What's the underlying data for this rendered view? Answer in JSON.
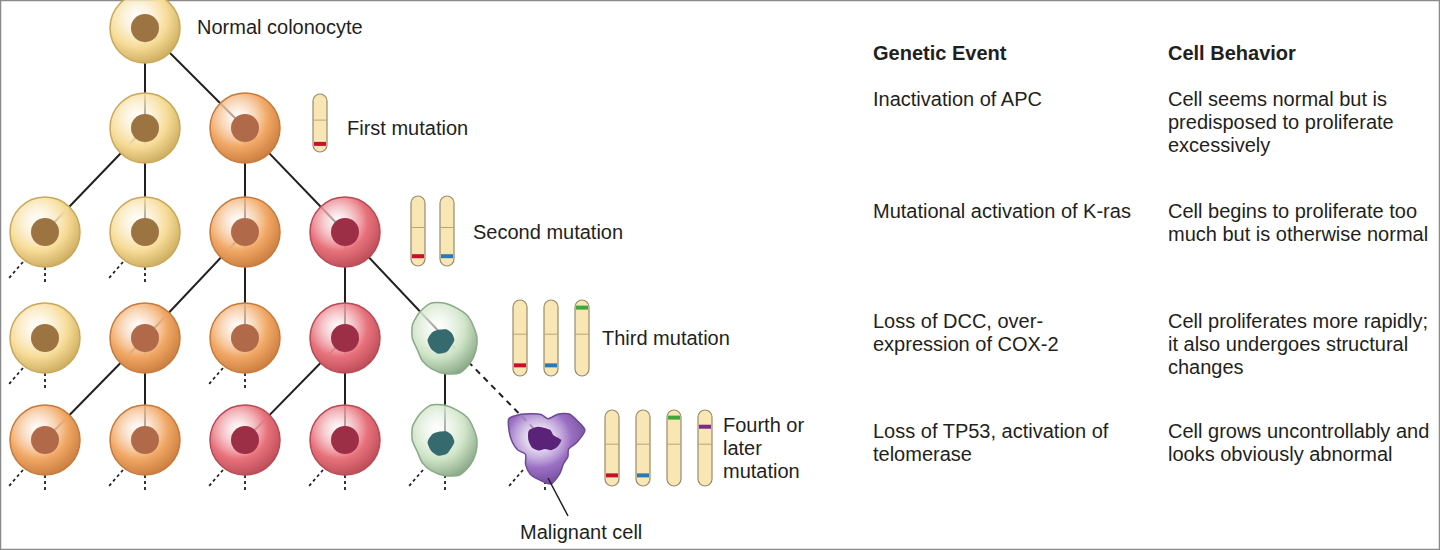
{
  "diagram": {
    "labels": [
      "Normal colonocyte",
      "Genetic Event",
      "Cell Behavior",
      "First mutation",
      "Inactivation of APC",
      "Cell seems normal but is predisposed to proliferate excessively",
      "Second mutation",
      "Mutational activation of K-ras",
      "Cell begins to proliferate too much but is otherwise normal",
      "Third mutation",
      "Loss of DCC, over-expression of COX-2",
      "Cell proliferates more rapidly; it also undergoes structural changes",
      "Fourth or later mutation",
      "Loss of TP53, activation of telomerase",
      "Cell grows uncontrollably and looks obviously abnormal",
      "Malignant cell"
    ]
  }
}
